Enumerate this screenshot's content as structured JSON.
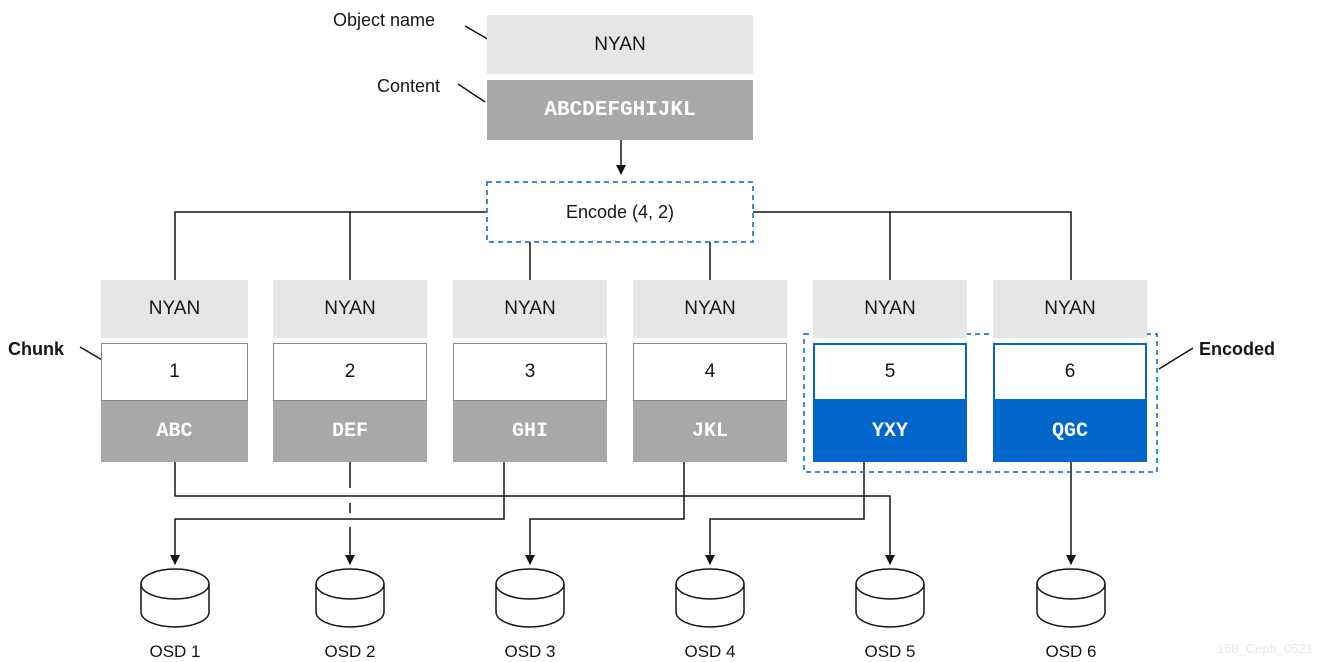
{
  "labels": {
    "object_name": "Object name",
    "content": "Content",
    "chunk": "Chunk",
    "encoded": "Encoded"
  },
  "object": {
    "name": "NYAN",
    "content": "ABCDEFGHIJKL"
  },
  "encode": {
    "label": "Encode (4, 2)"
  },
  "chunks": [
    {
      "name": "NYAN",
      "number": "1",
      "data": "ABC",
      "encoded": false
    },
    {
      "name": "NYAN",
      "number": "2",
      "data": "DEF",
      "encoded": false
    },
    {
      "name": "NYAN",
      "number": "3",
      "data": "GHI",
      "encoded": false
    },
    {
      "name": "NYAN",
      "number": "4",
      "data": "JKL",
      "encoded": false
    },
    {
      "name": "NYAN",
      "number": "5",
      "data": "YXY",
      "encoded": true
    },
    {
      "name": "NYAN",
      "number": "6",
      "data": "QGC",
      "encoded": true
    }
  ],
  "osds": [
    "OSD 1",
    "OSD 2",
    "OSD 3",
    "OSD 4",
    "OSD 5",
    "OSD 6"
  ],
  "figure_code": "158_Ceph_0521",
  "colors": {
    "light": "#e6e6e6",
    "gray": "#a8a8a8",
    "blue": "#0066cc",
    "line": "#151515"
  }
}
